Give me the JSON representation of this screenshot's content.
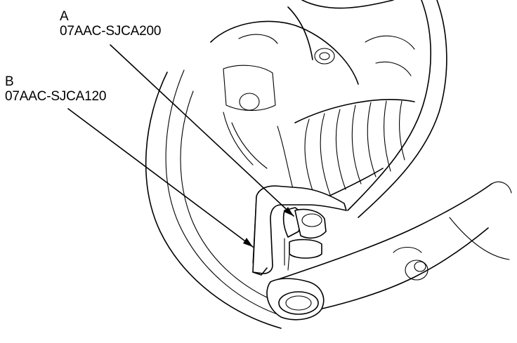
{
  "callouts": [
    {
      "letter": "A",
      "part_number": "07AAC-SJCA200"
    },
    {
      "letter": "B",
      "part_number": "07AAC-SJCA120"
    }
  ],
  "colors": {
    "line": "#000000",
    "background": "#ffffff"
  }
}
